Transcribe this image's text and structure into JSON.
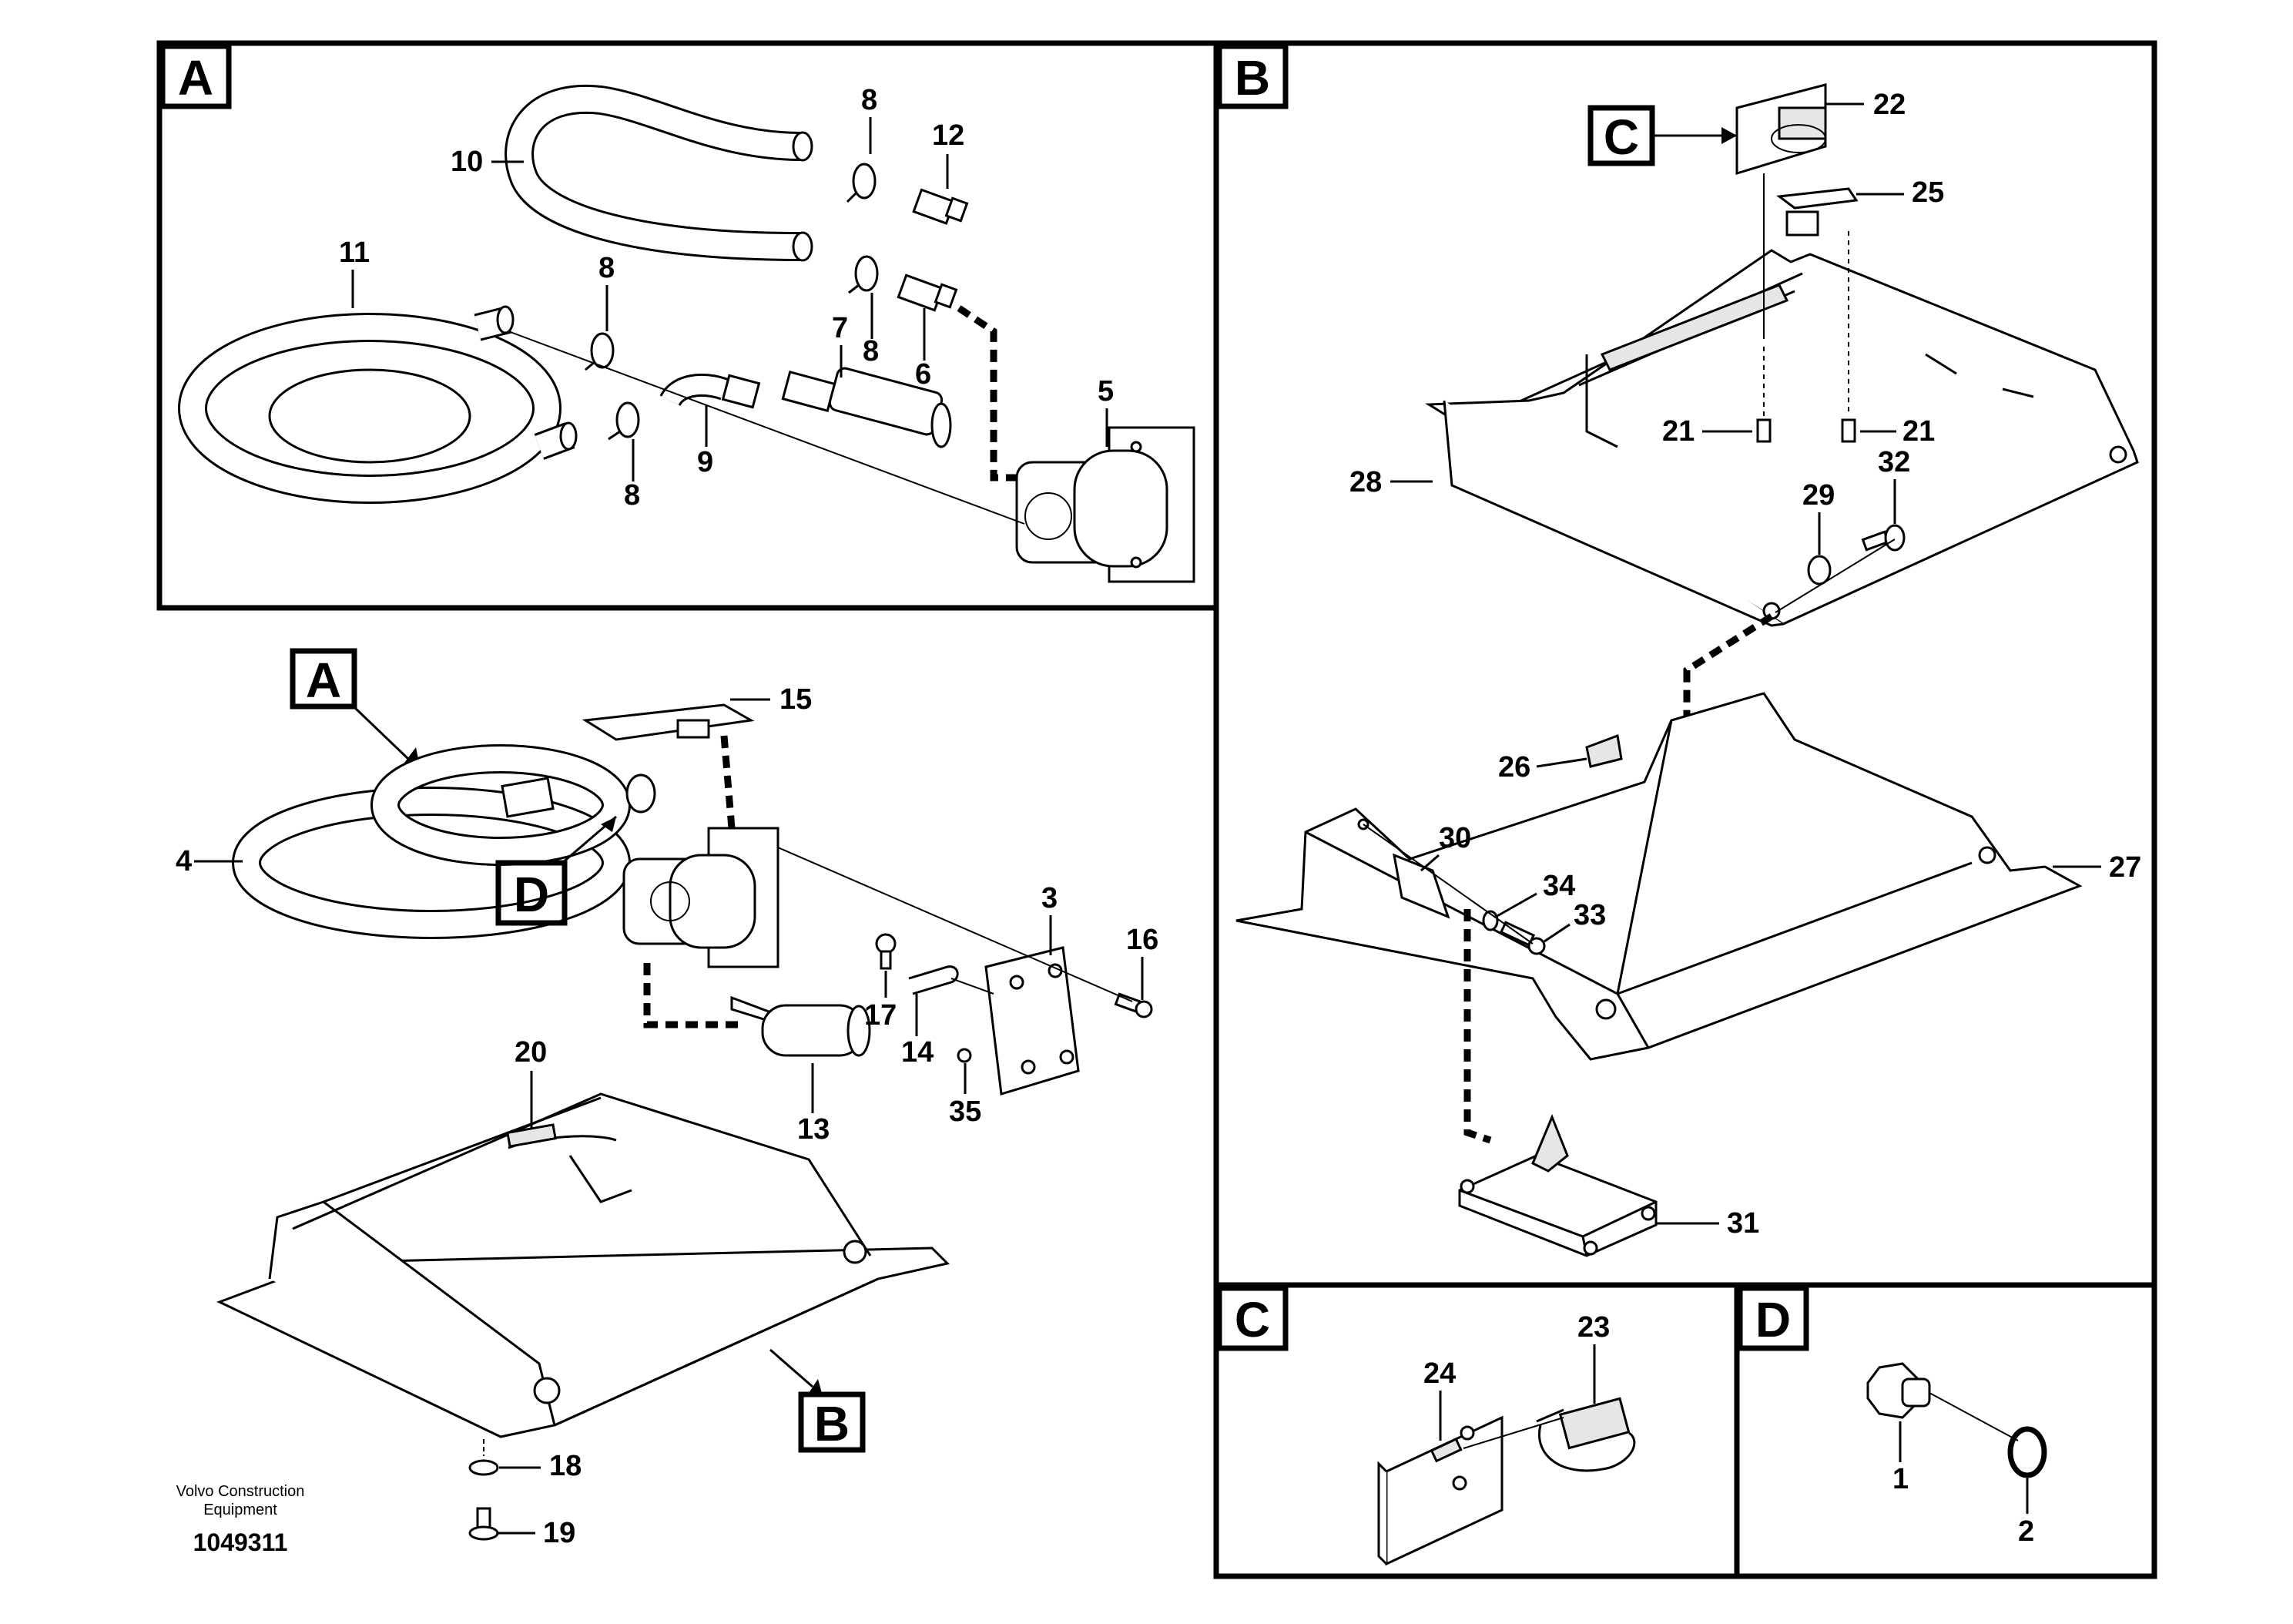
{
  "credit": {
    "line1": "Volvo Construction",
    "line2": "Equipment",
    "doc_number": "1049311"
  },
  "panels": {
    "A": {
      "label": "A"
    },
    "B": {
      "label": "B"
    },
    "C": {
      "label": "C"
    },
    "D": {
      "label": "D"
    }
  },
  "refs": {
    "A": "A",
    "B": "B",
    "C": "C",
    "D": "D"
  },
  "callouts": {
    "c1": "1",
    "c2": "2",
    "c3": "3",
    "c4": "4",
    "c5": "5",
    "c6": "6",
    "c7": "7",
    "c8": "8",
    "c9": "9",
    "c10": "10",
    "c11": "11",
    "c12": "12",
    "c13": "13",
    "c14": "14",
    "c15": "15",
    "c16": "16",
    "c17": "17",
    "c18": "18",
    "c19": "19",
    "c20": "20",
    "c21": "21",
    "c22": "22",
    "c23": "23",
    "c24": "24",
    "c25": "25",
    "c26": "26",
    "c27": "27",
    "c28": "28",
    "c29": "29",
    "c30": "30",
    "c31": "31",
    "c32": "32",
    "c33": "33",
    "c34": "34",
    "c35": "35"
  }
}
